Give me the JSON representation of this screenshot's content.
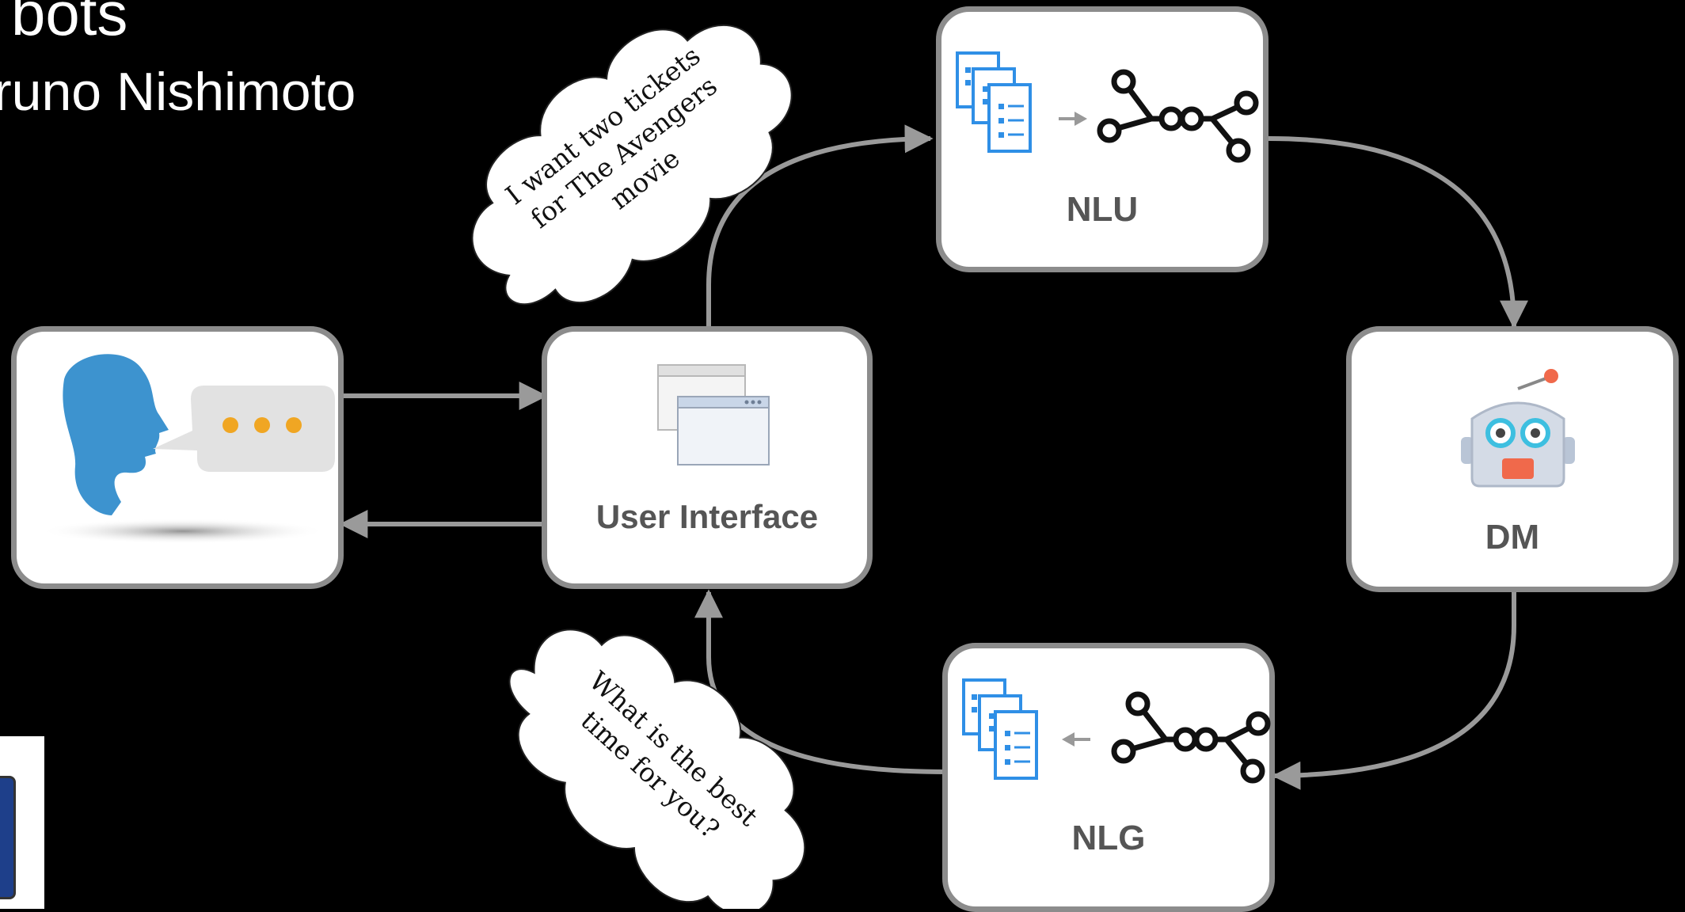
{
  "slide": {
    "title_fragment": "bots",
    "author_fragment": "runo Nishimoto"
  },
  "nodes": {
    "user": {
      "icon": "person-speaking-icon"
    },
    "ui": {
      "label": "User Interface",
      "icon": "windows-icon"
    },
    "nlu": {
      "label": "NLU",
      "icon": "document-to-graph-icon"
    },
    "dm": {
      "label": "DM",
      "icon": "robot-icon"
    },
    "nlg": {
      "label": "NLG",
      "icon": "graph-to-document-icon"
    }
  },
  "bubbles": {
    "request": [
      "I want two tickets",
      "for The Avengers",
      "movie"
    ],
    "response": [
      "What is the best",
      "time for you?"
    ]
  },
  "colors": {
    "background": "#000000",
    "box_border": "#8c8c8c",
    "arrow": "#9a9a9a",
    "doc_icon": "#2f8fe6",
    "person": "#3d93cf",
    "dots": "#f0a623",
    "robot_eye": "#3dbfe0",
    "robot_mouth": "#f0694b"
  }
}
